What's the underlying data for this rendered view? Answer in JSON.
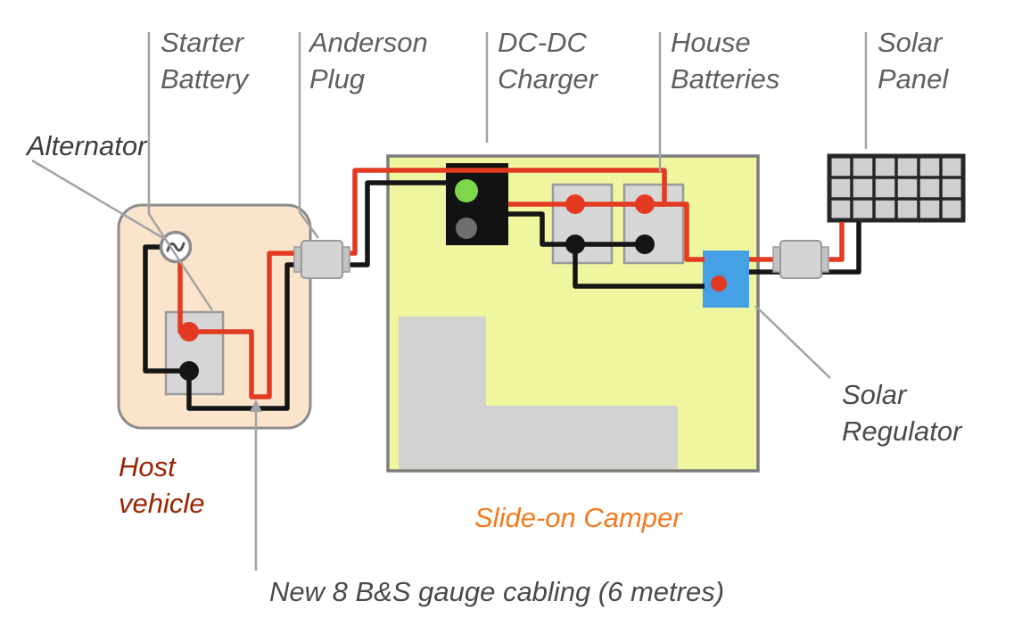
{
  "labels": {
    "alternator": "Alternator",
    "starter_battery_1": "Starter",
    "starter_battery_2": "Battery",
    "anderson_plug_1": "Anderson",
    "anderson_plug_2": "Plug",
    "dcdc_charger_1": "DC-DC",
    "dcdc_charger_2": "Charger",
    "house_batteries_1": "House",
    "house_batteries_2": "Batteries",
    "solar_panel_1": "Solar",
    "solar_panel_2": "Panel",
    "host_vehicle_1": "Host",
    "host_vehicle_2": "vehicle",
    "slide_on_camper": "Slide-on Camper",
    "solar_regulator_1": "Solar",
    "solar_regulator_2": "Regulator",
    "cabling_note": "New 8 B&S gauge cabling (6 metres)"
  },
  "colors": {
    "wire_red": "#e23b22",
    "wire_black": "#151515",
    "host_vehicle_fill": "#fbe4cc",
    "host_vehicle_label": "#992300",
    "camper_fill": "#f0f5a0",
    "camper_label": "#f4791f",
    "label_gray": "#5f5f5f",
    "leader_gray": "#a3a3a3",
    "battery_gray": "#d6d6d6",
    "charger_black": "#121212",
    "led_green": "#7fd64a",
    "led_gray": "#6e6e6e",
    "regulator_blue": "#45a0e6",
    "silhouette_gray": "#d2d2d2",
    "panel_cell_gray": "#cfcfcf",
    "panel_grid_dark": "#262626"
  }
}
